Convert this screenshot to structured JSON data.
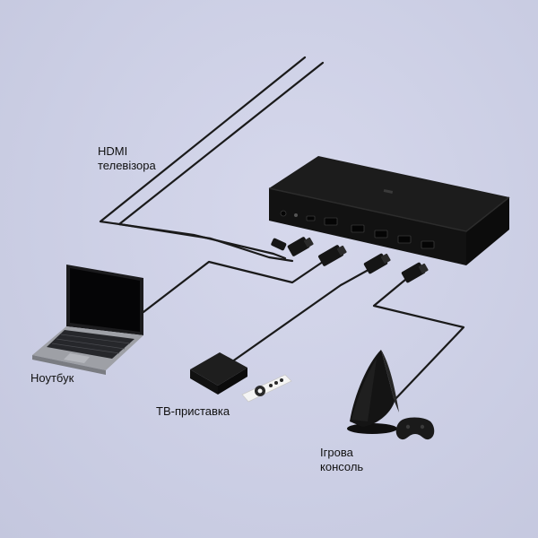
{
  "labels": {
    "tv_hdmi": [
      "HDMI",
      "телевізора"
    ],
    "laptop": "Ноутбук",
    "tv_box": "ТВ-приставка",
    "console": [
      "Ігрова",
      "консоль"
    ]
  },
  "colors": {
    "background": "#cdd0e6",
    "device": "#161616",
    "cable": "#1a1a1a",
    "text": "#111111"
  },
  "icons": [
    "hdmi-switch-device",
    "laptop-icon",
    "tv-box-icon",
    "remote-icon",
    "game-console-icon",
    "gamepad-icon",
    "hdmi-plug-icon"
  ]
}
